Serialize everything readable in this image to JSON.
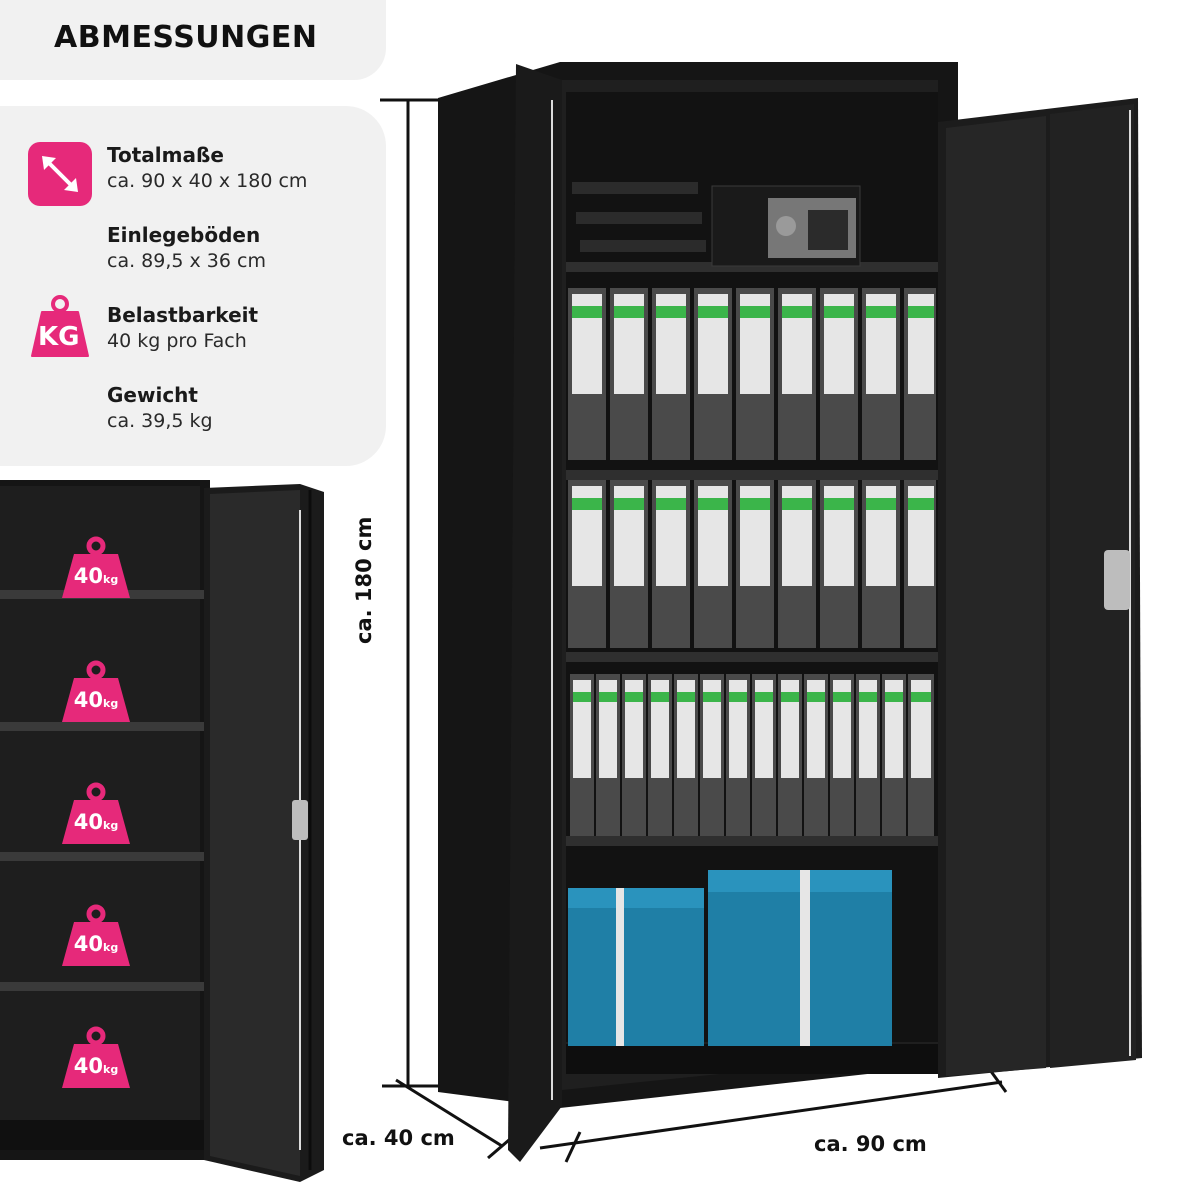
{
  "header": {
    "title": "ABMESSUNGEN"
  },
  "specs": [
    {
      "label": "Totalmaße",
      "value": "ca. 90 x 40 x 180 cm",
      "icon": "dimensions-arrow-icon"
    },
    {
      "label": "Einlegeböden",
      "value": "ca. 89,5 x 36 cm",
      "icon": ""
    },
    {
      "label": "Belastbarkeit",
      "value": "40 kg pro Fach",
      "icon": "weight-kg-icon"
    },
    {
      "label": "Gewicht",
      "value": "ca. 39,5 kg",
      "icon": ""
    }
  ],
  "kg_icon_text": "KG",
  "shelf_badges": [
    {
      "value": "40",
      "unit": "kg"
    },
    {
      "value": "40",
      "unit": "kg"
    },
    {
      "value": "40",
      "unit": "kg"
    },
    {
      "value": "40",
      "unit": "kg"
    },
    {
      "value": "40",
      "unit": "kg"
    }
  ],
  "dimensions": {
    "height": "ca. 180 cm",
    "depth": "ca. 40 cm",
    "width": "ca. 90 cm"
  },
  "colors": {
    "accent": "#e6297a",
    "cabinet": "#1c1c1c",
    "panel": "#f1f1f1"
  }
}
